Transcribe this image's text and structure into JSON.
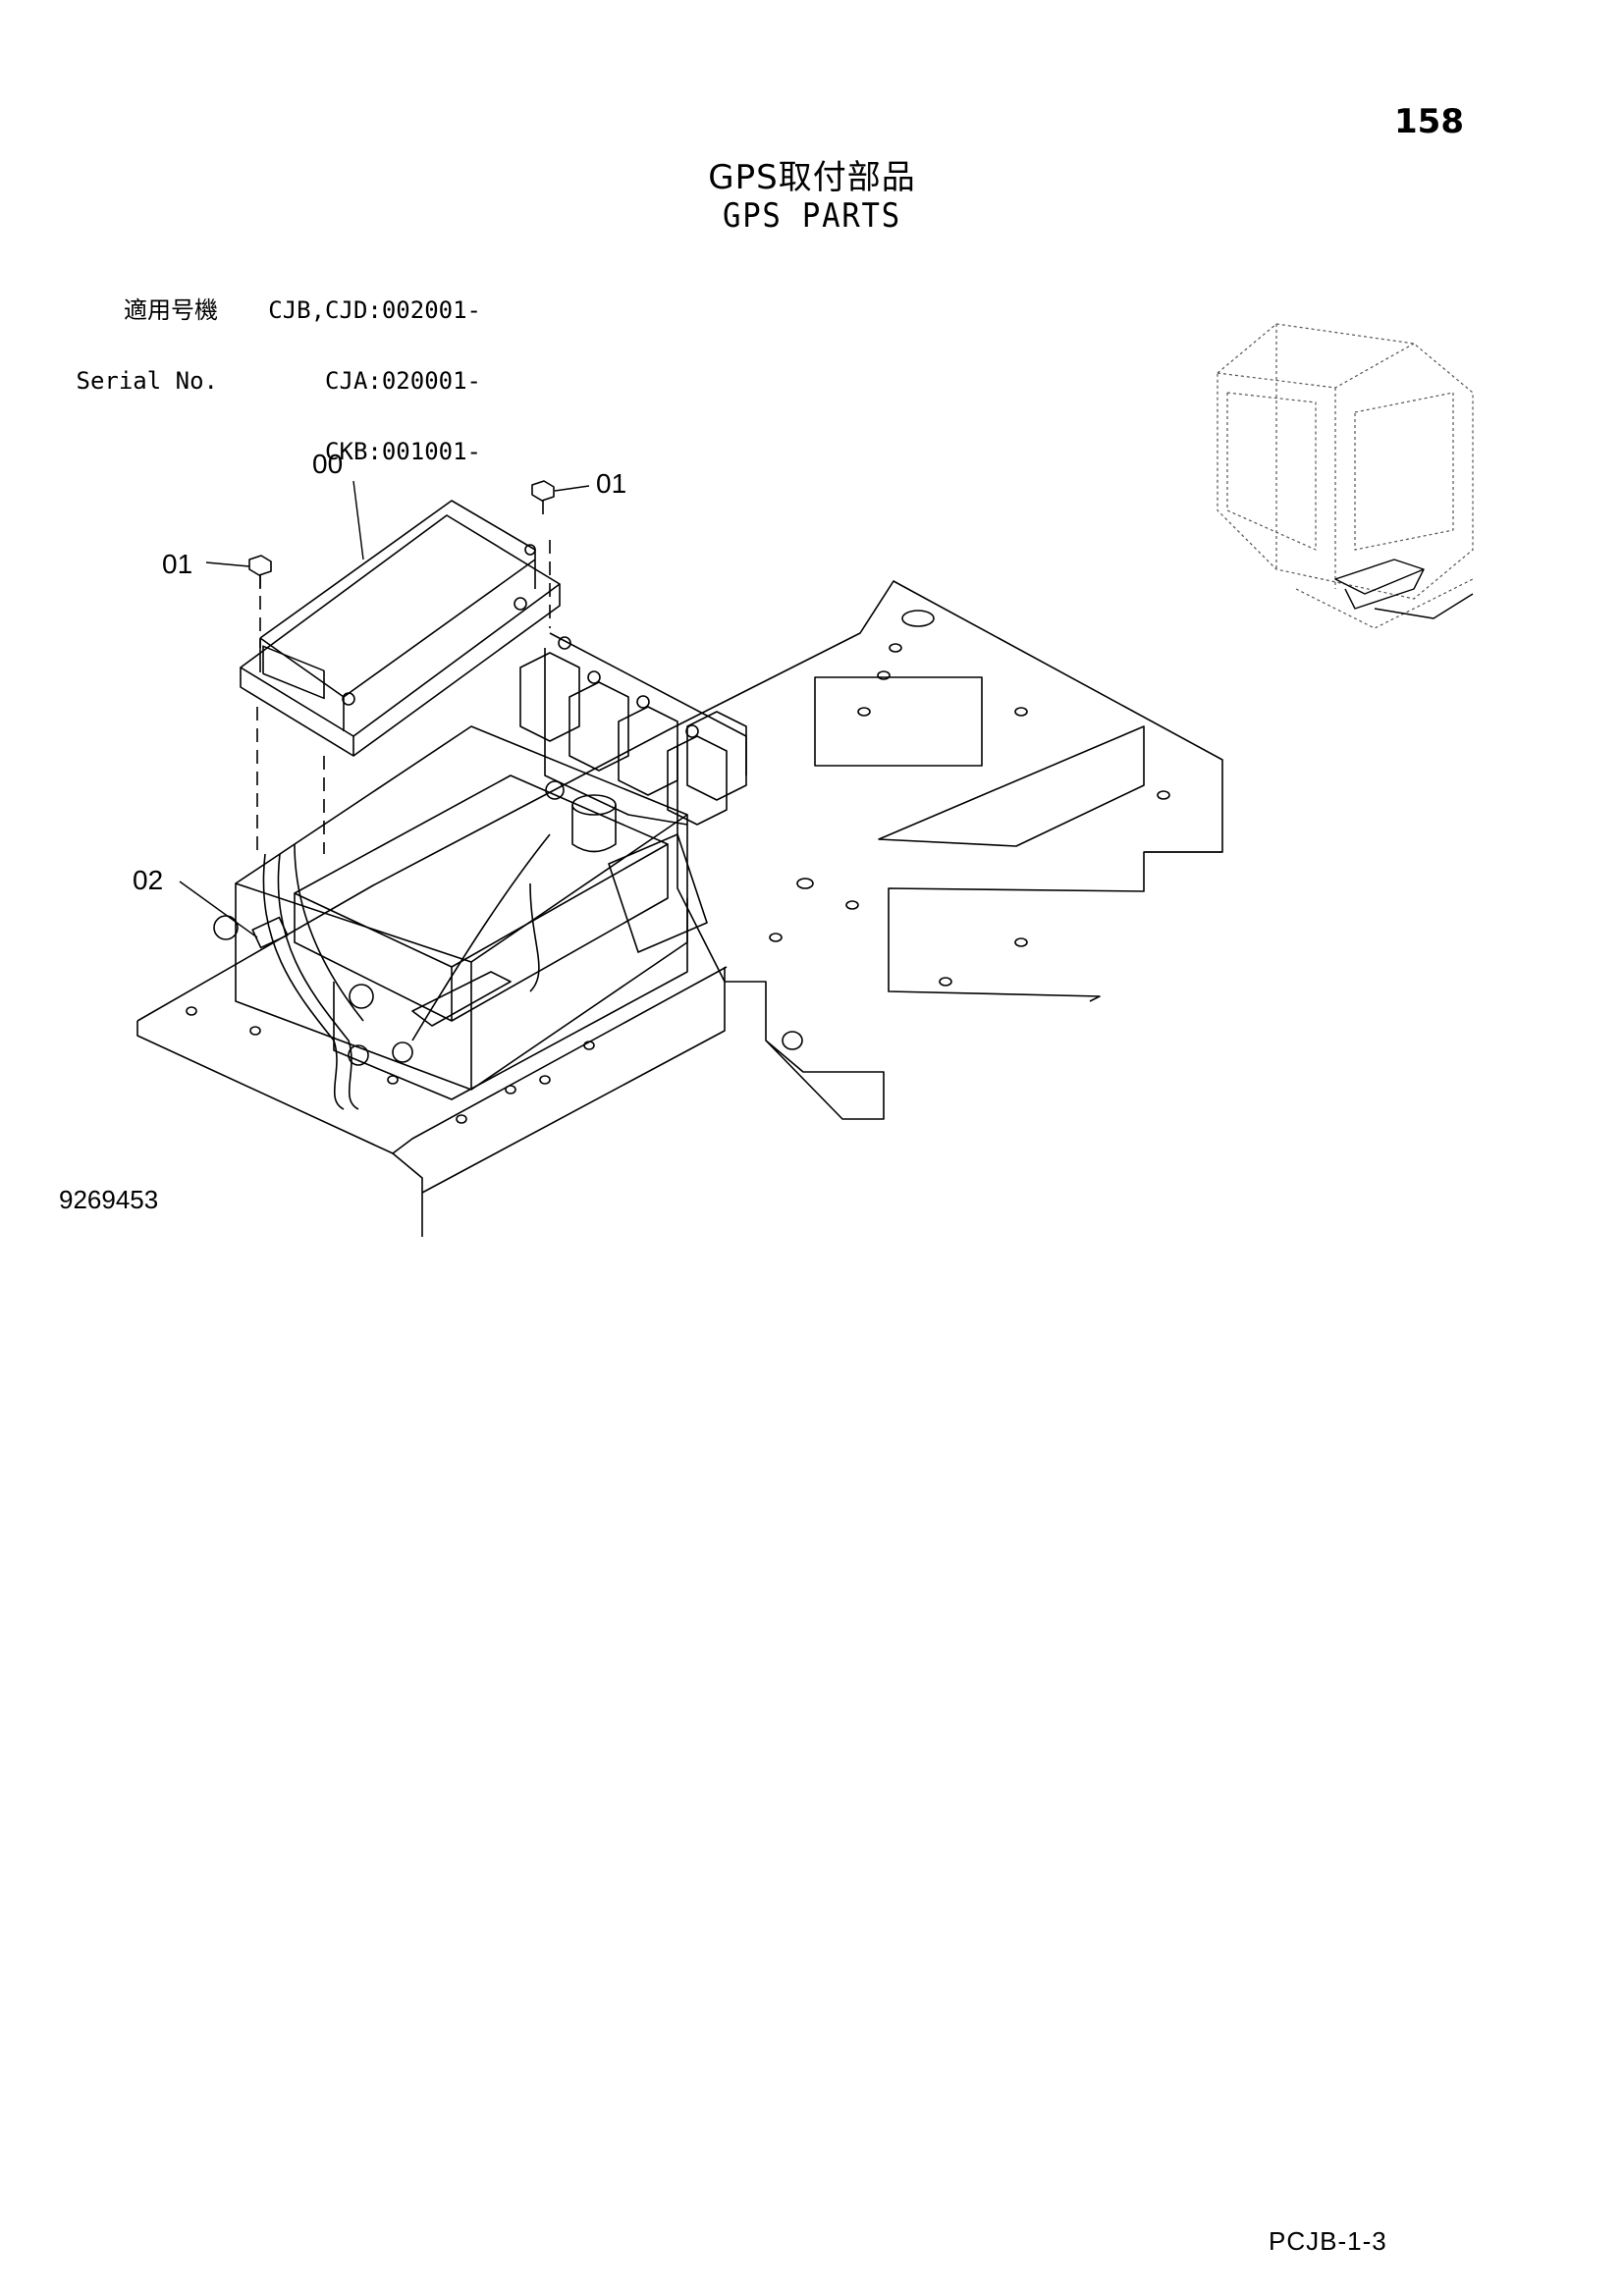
{
  "header": {
    "page_number": "158",
    "title_jp": "GPS取付部品",
    "title_en": "GPS PARTS"
  },
  "serial": {
    "label_jp": "適用号機",
    "label_en": "Serial No.",
    "numbers": [
      "CJB,CJD:002001-",
      "CJA:020001-",
      "CKB:001001-"
    ]
  },
  "diagram": {
    "callouts": [
      "00",
      "01",
      "01",
      "02"
    ]
  },
  "footer": {
    "drawing_number": "9269453",
    "page_code": "PCJB-1-3"
  }
}
